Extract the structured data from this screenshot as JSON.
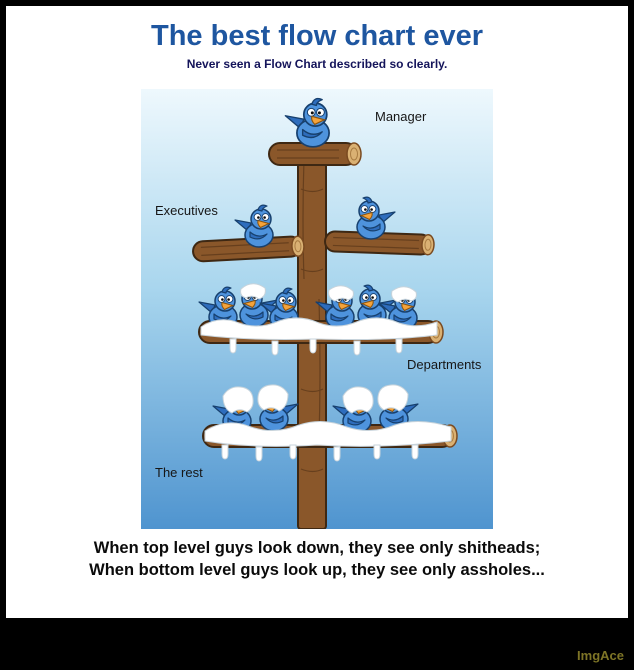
{
  "header": {
    "title": "The best flow chart ever",
    "subtitle": "Never seen a Flow Chart described so clearly."
  },
  "cartoon": {
    "labels": {
      "manager": "Manager",
      "executives": "Executives",
      "departments": "Departments",
      "the_rest": "The rest"
    }
  },
  "caption": {
    "line1": "When top level guys look down, they see only shitheads;",
    "line2": "When bottom level guys look up, they see only assholes..."
  },
  "footer": {
    "watermark": "ImgAce"
  },
  "colors": {
    "title_blue": "#1e56a0",
    "subtitle_navy": "#14145a",
    "sky_top": "#eef8fd",
    "sky_bottom": "#4f94cf",
    "wood": "#8a572a",
    "bird_blue": "#4e93dd",
    "droppings": "#ffffff",
    "watermark_gold": "#7d7426"
  }
}
